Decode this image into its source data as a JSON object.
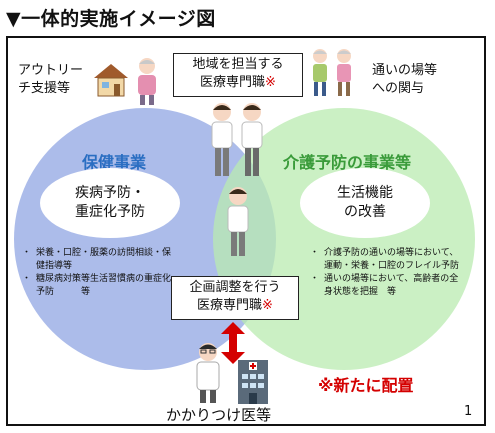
{
  "page_title": "▼一体的実施イメージ図",
  "top_left_label": [
    "アウトリー",
    "チ支援等"
  ],
  "top_right_label": [
    "通いの場等",
    "への関与"
  ],
  "regional_box": {
    "line1": "地域を担当する",
    "line2": "医療専門職",
    "mark": "※"
  },
  "left_circle": {
    "title": "保健事業",
    "center": [
      "疾病予防・",
      "重症化予防"
    ],
    "bullets": [
      "栄養・口腔・服薬の訪問相談・保健指導等",
      "糖尿病対策等生活習慣病の重症化予防　　　等"
    ]
  },
  "right_circle": {
    "title": "介護予防の事業等",
    "center": [
      "生活機能",
      "の改善"
    ],
    "bullets": [
      "介護予防の通いの場等において、運動・栄養・口腔のフレイル予防",
      "通いの場等において、高齢者の全身状態を把握　等"
    ]
  },
  "planning_box": {
    "line1": "企画調整を行う",
    "line2": "医療専門職",
    "mark": "※"
  },
  "new_assignment": "※新たに配置",
  "doctor_label": "かかりつけ医等",
  "page_number": "1",
  "colors": {
    "left_circle": "#9eb0e6",
    "right_circle": "#b9ebb0",
    "accent_red": "#d40000",
    "left_title": "#2a6ec2",
    "right_title": "#3a9b3a"
  },
  "icons": [
    "house-icon",
    "elderly-person-icon",
    "elderly-couple-walking-icon",
    "nurse-icon",
    "doctor-icon",
    "hospital-building-icon",
    "double-arrow-icon"
  ]
}
